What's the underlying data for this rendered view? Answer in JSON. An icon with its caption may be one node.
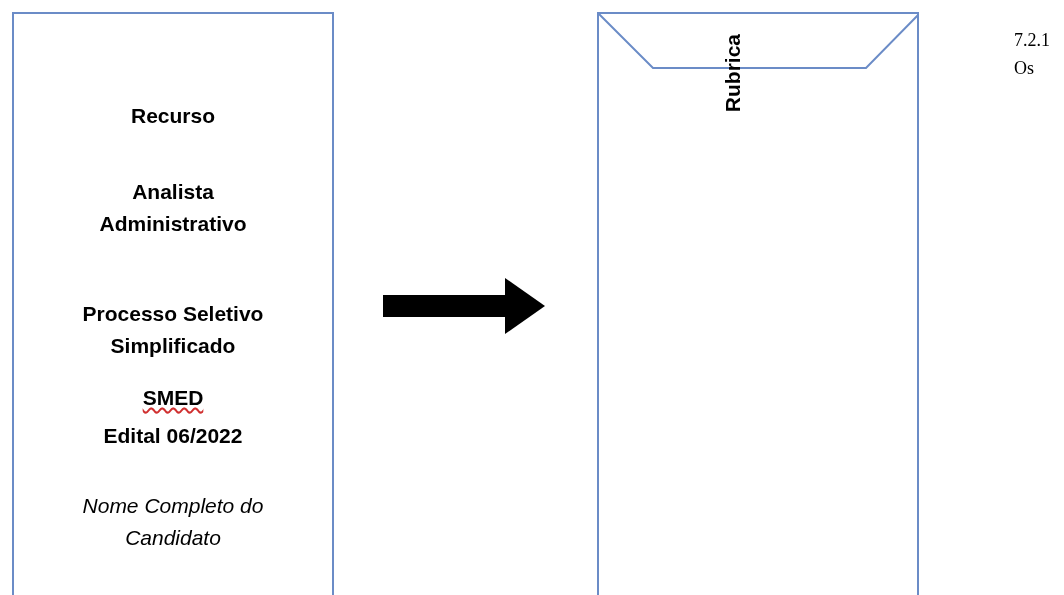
{
  "diagram": {
    "nodes": [
      {
        "text": [
          "Recurso",
          "Analista Administrativo",
          "Processo Seletivo Simplificado",
          "SMED",
          "Edital 06/2022",
          "Nome Completo do Candidato"
        ]
      },
      {
        "text": [
          "Rubrica"
        ]
      }
    ],
    "edges": [
      {
        "from": 0,
        "to": 1,
        "arrow": "to"
      }
    ],
    "labels": [
      "7.2.1",
      "Os"
    ]
  }
}
